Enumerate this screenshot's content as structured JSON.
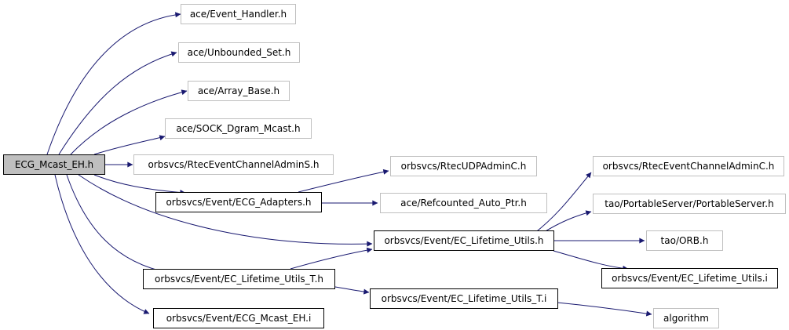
{
  "colors": {
    "edge": "#191970",
    "node_border": "#000000",
    "external_border": "#bfbfbf",
    "root_fill": "#bfbfbf"
  },
  "nodes": {
    "root": "ECG_Mcast_EH.h",
    "event_handler": "ace/Event_Handler.h",
    "unbounded_set": "ace/Unbounded_Set.h",
    "array_base": "ace/Array_Base.h",
    "sock_dgram_mcast": "ace/SOCK_Dgram_Mcast.h",
    "rtec_admin_s": "orbsvcs/RtecEventChannelAdminS.h",
    "ecg_adapters": "orbsvcs/Event/ECG_Adapters.h",
    "ec_lifetime_utils": "orbsvcs/Event/EC_Lifetime_Utils.h",
    "ec_lifetime_utils_t_h": "orbsvcs/Event/EC_Lifetime_Utils_T.h",
    "ecg_mcast_eh_i": "orbsvcs/Event/ECG_Mcast_EH.i",
    "rtec_udp_admin_c": "orbsvcs/RtecUDPAdminC.h",
    "refcounted_auto_ptr": "ace/Refcounted_Auto_Ptr.h",
    "ec_lifetime_utils_t_i": "orbsvcs/Event/EC_Lifetime_Utils_T.i",
    "rtec_admin_c": "orbsvcs/RtecEventChannelAdminC.h",
    "portable_server": "tao/PortableServer/PortableServer.h",
    "orb": "tao/ORB.h",
    "ec_lifetime_utils_i": "orbsvcs/Event/EC_Lifetime_Utils.i",
    "algorithm": "algorithm"
  }
}
